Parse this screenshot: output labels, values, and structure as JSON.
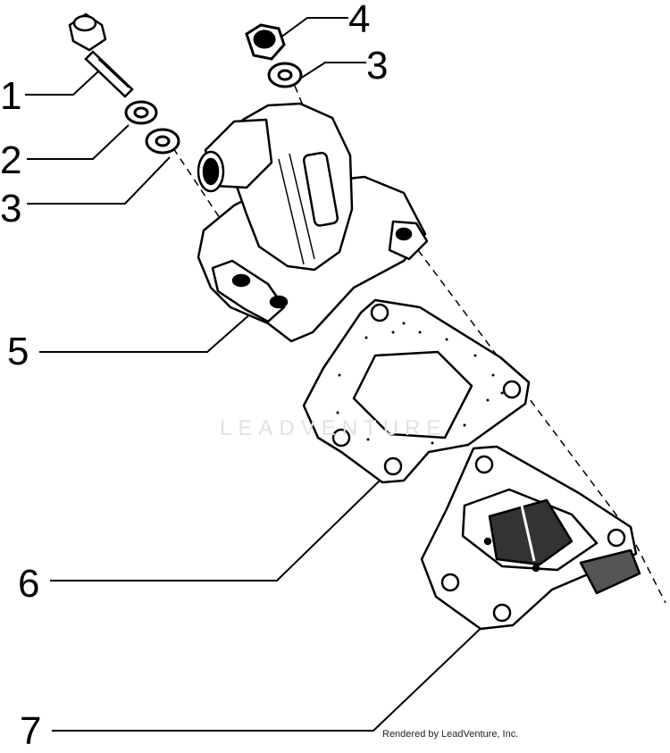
{
  "callouts": {
    "n1": "1",
    "n2": "2",
    "n3a": "3",
    "n4": "4",
    "n3b": "3",
    "n5": "5",
    "n6": "6",
    "n7": "7"
  },
  "watermark": "LEADVENTURE",
  "credit": "Rendered by LeadVenture, Inc."
}
